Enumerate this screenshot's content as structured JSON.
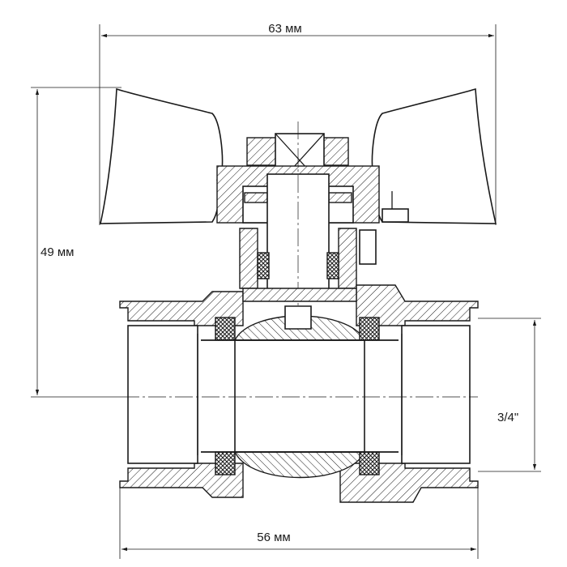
{
  "dimensions": {
    "top_width": "63 мм",
    "height": "49 мм",
    "thread": "3/4\"",
    "bottom_width": "56 мм"
  }
}
